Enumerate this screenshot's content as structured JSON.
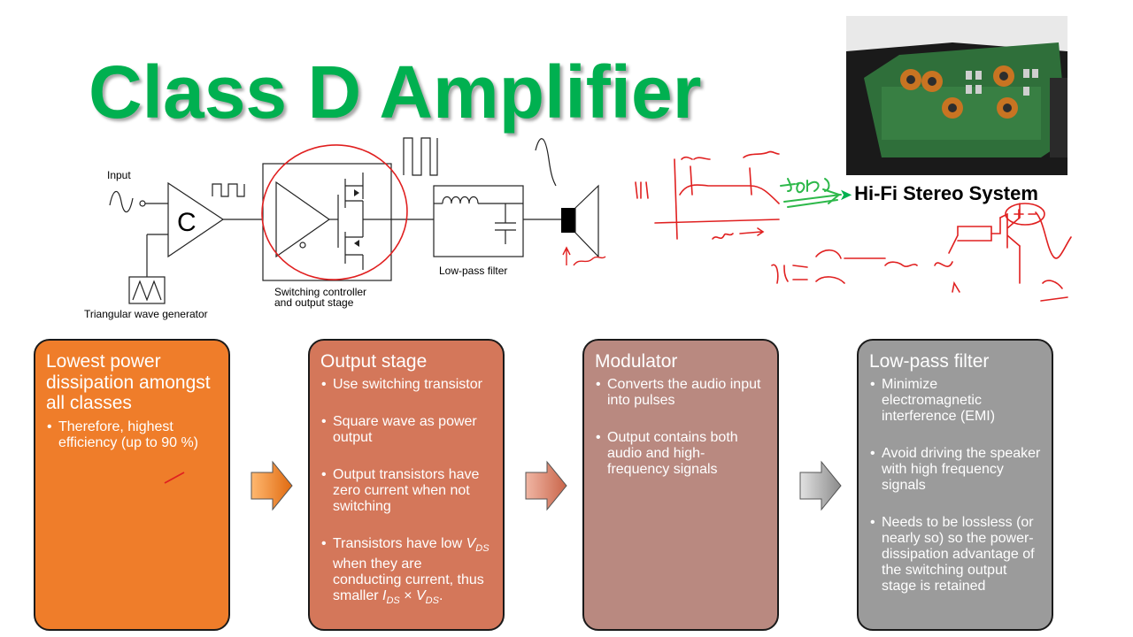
{
  "slide": {
    "title": "Class D Amplifier",
    "photo_label": "Hi-Fi Stereo System"
  },
  "diagram": {
    "input_label": "Input",
    "comparator_label": "C",
    "tri_label": "Triangular wave generator",
    "switch_label_1": "Switching controller",
    "switch_label_2": "and output stage",
    "lpf_label": "Low-pass filter"
  },
  "cards": [
    {
      "title": "Lowest power dissipation amongst all classes",
      "items": [
        "Therefore, highest efficiency (up to 90 %)"
      ]
    },
    {
      "title": "Output stage",
      "items": [
        "Use switching transistor",
        "Square wave as power output",
        "Output transistors have zero current when not switching"
      ],
      "vds_item": {
        "a": "Transistors have low ",
        "b": " when they are conducting current, thus smaller ",
        "c": " × ",
        "d": "."
      }
    },
    {
      "title": "Modulator",
      "items": [
        "Converts the audio input into pulses",
        "Output contains both audio and high-frequency signals"
      ]
    },
    {
      "title": "Low-pass filter",
      "items": [
        "Minimize electromagnetic interference (EMI)",
        "Avoid driving the speaker with high frequency signals",
        "Needs to be lossless (or nearly so) so the power-dissipation advantage of the switching output stage is retained"
      ]
    }
  ],
  "colors": {
    "title": "#00b050",
    "card1": "#ef7d2a",
    "card2": "#d4775a",
    "card3": "#b98980",
    "card4": "#9b9b9b",
    "ink_red": "#e02020",
    "ink_green": "#2db84a"
  }
}
